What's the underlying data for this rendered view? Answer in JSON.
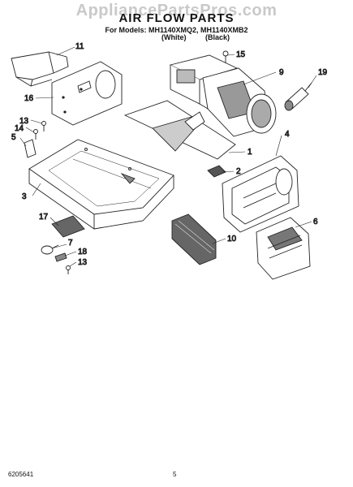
{
  "watermark": "AppliancePartsPros.com",
  "header": {
    "title": "AIR FLOW PARTS",
    "models": "For Models: MH1140XMQ2, MH1140XMB2",
    "variant_white": "(White)",
    "variant_black": "(Black)"
  },
  "callouts": {
    "c1": "1",
    "c2": "2",
    "c3": "3",
    "c4": "4",
    "c5": "5",
    "c6": "6",
    "c7": "7",
    "c9": "9",
    "c10": "10",
    "c11": "11",
    "c13a": "13",
    "c13b": "13",
    "c14": "14",
    "c15": "15",
    "c16": "16",
    "c17": "17",
    "c18": "18",
    "c19": "19"
  },
  "footer": {
    "doc_number": "6205641",
    "page_number": "5"
  }
}
